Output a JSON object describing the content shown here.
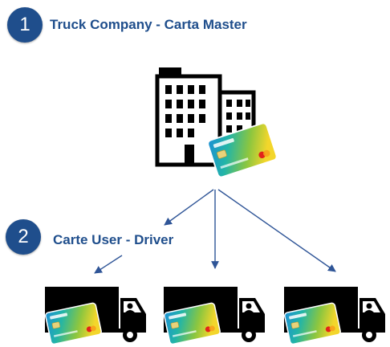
{
  "steps": [
    {
      "number": "1",
      "label": "Truck Company - Carta Master"
    },
    {
      "number": "2",
      "label": "Carte User - Driver"
    }
  ],
  "icons": {
    "company": "office-buildings-icon",
    "card": "fuel-card-icon",
    "truck": "truck-icon"
  },
  "colors": {
    "badge": "#1f4e8c",
    "label": "#1f4e8c",
    "arrow": "#2f5597",
    "icon": "#000000"
  }
}
